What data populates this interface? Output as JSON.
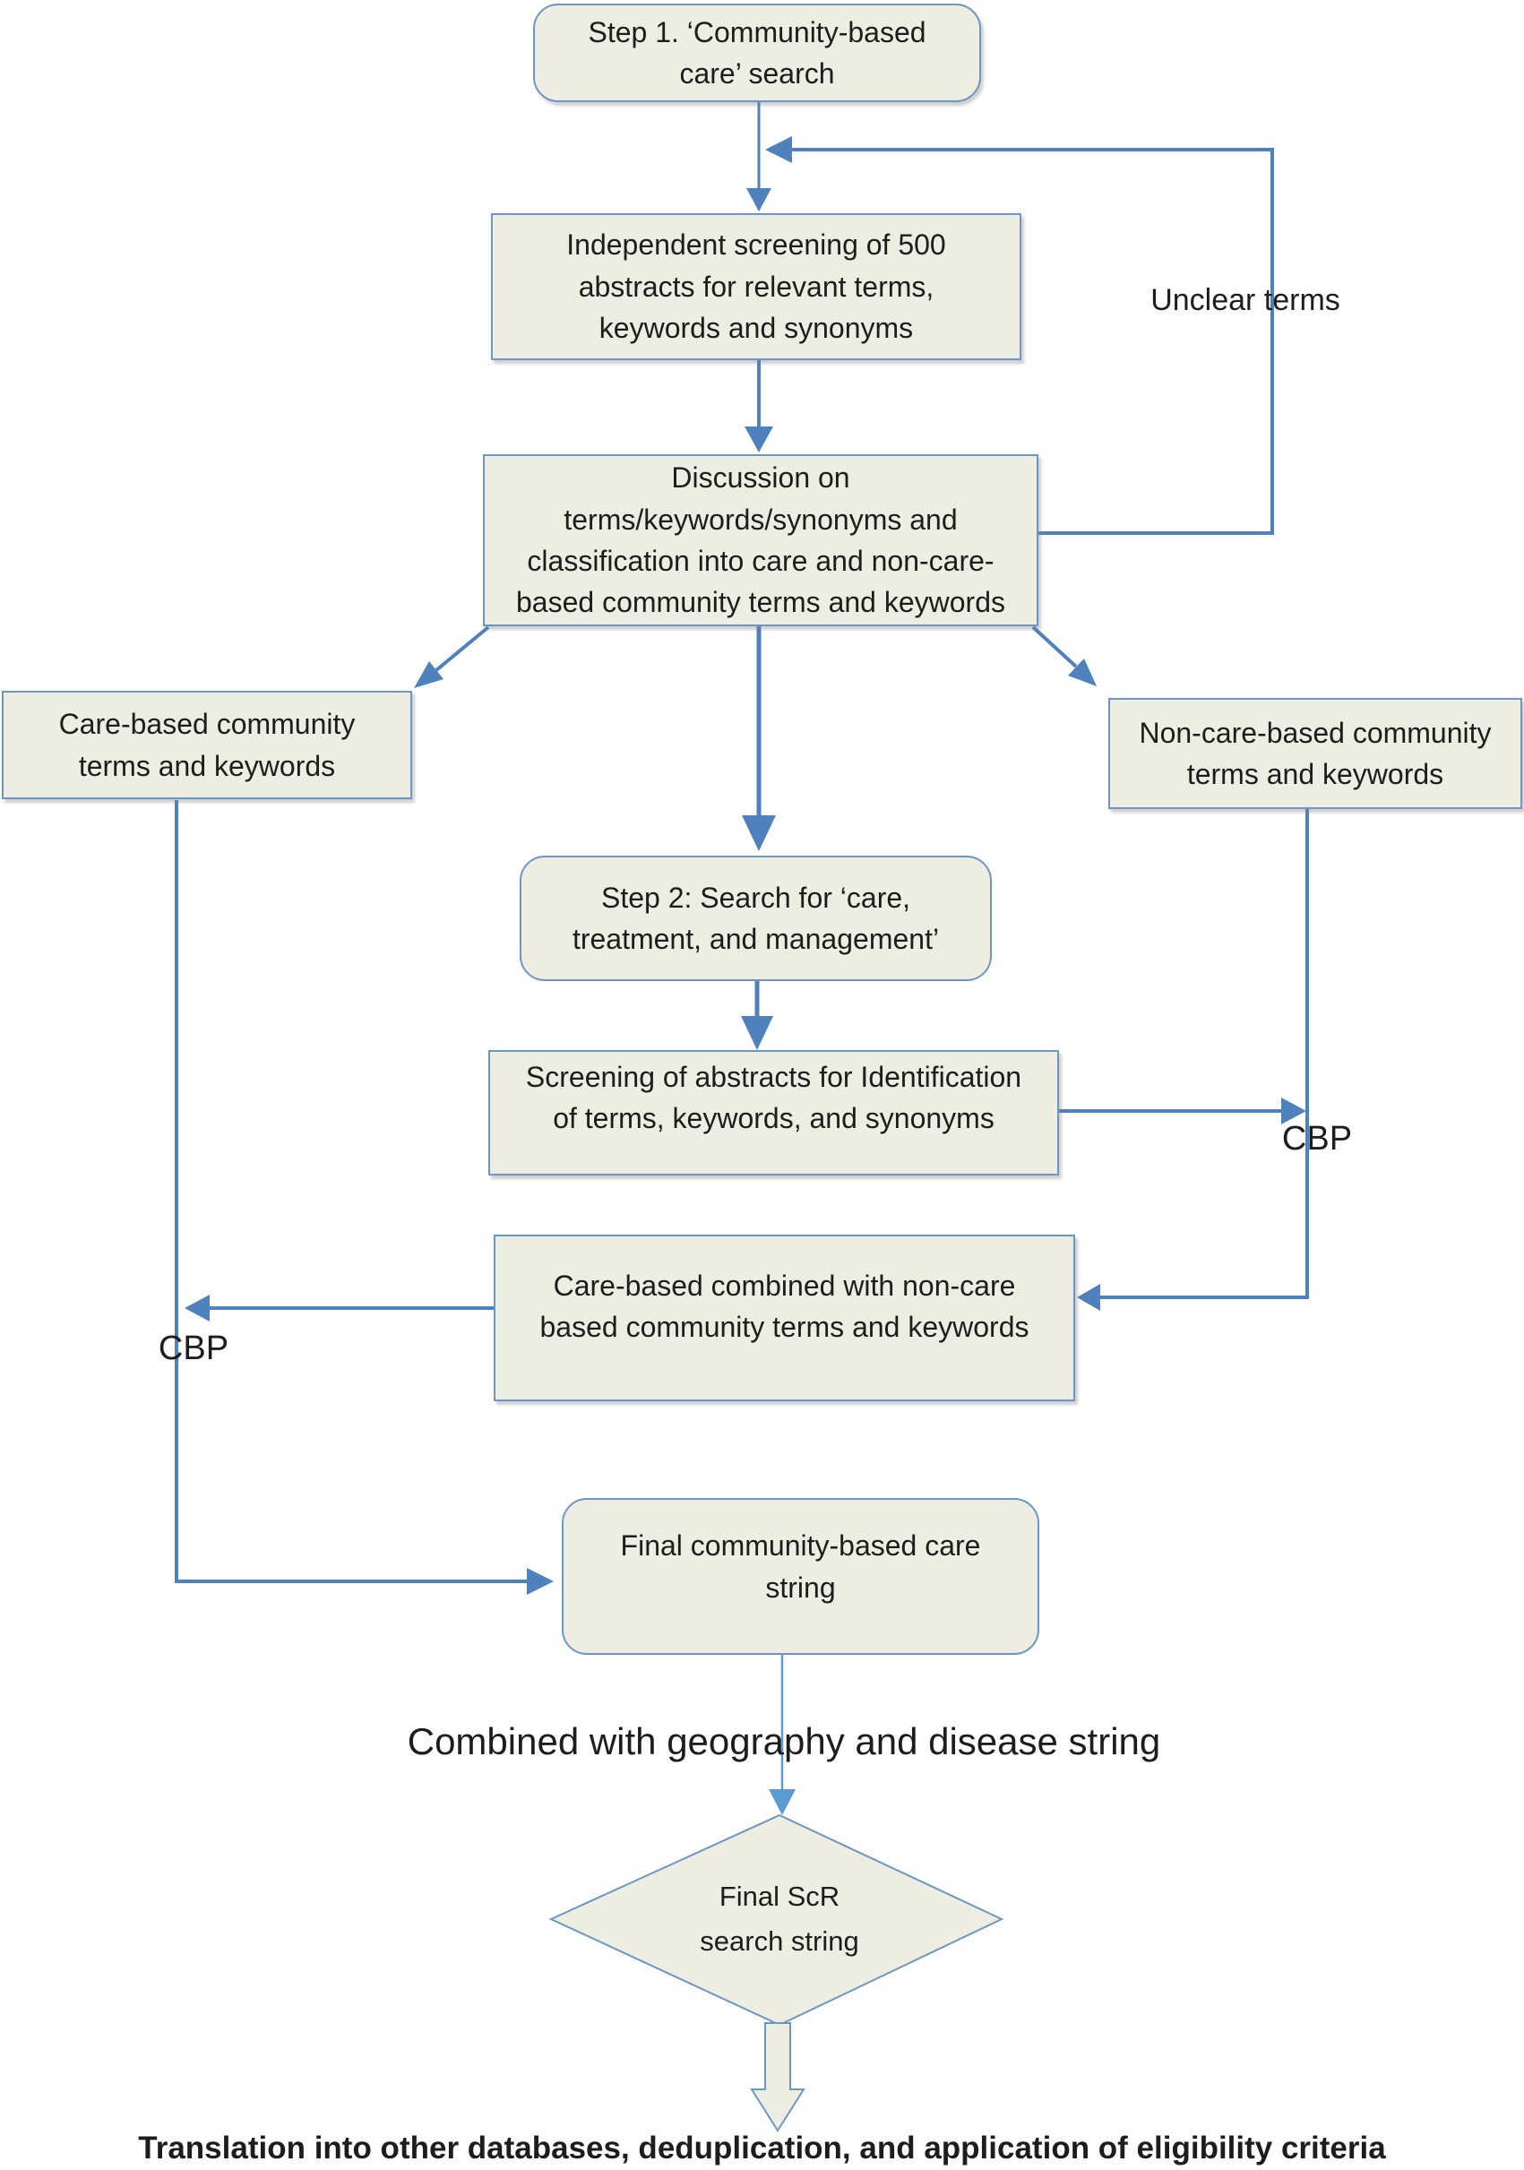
{
  "flowchart": {
    "title": "Community-based care search strategy flow diagram",
    "nodes": {
      "step1": {
        "label": "Step 1. ‘Community-based\ncare’ search"
      },
      "screening500": {
        "label": "Independent screening of 500\nabstracts for relevant terms,\nkeywords and synonyms"
      },
      "discussion": {
        "label": "Discussion on\nterms/keywords/synonyms and\nclassification into care and non-care-\nbased community terms and keywords"
      },
      "care_based": {
        "label": "Care-based community\nterms and keywords"
      },
      "non_care_based": {
        "label": "Non-care-based community\nterms and keywords"
      },
      "step2": {
        "label": "Step 2: Search for ‘care,\ntreatment, and management’"
      },
      "screening_abstracts": {
        "label": "Screening of abstracts for Identification\nof terms, keywords, and synonyms"
      },
      "combined": {
        "label": "Care-based combined with non-care\nbased community terms and keywords"
      },
      "final_string": {
        "label": "Final community-based care\nstring"
      },
      "final_scr": {
        "label": "Final ScR\nsearch string"
      }
    },
    "labels": {
      "unclear_terms": "Unclear terms",
      "cbp_right": "CBP",
      "cbp_left": "CBP",
      "combined_geo": "Combined with geography and disease string",
      "translation": "Translation into other databases, deduplication, and application of eligibility criteria"
    },
    "colors": {
      "node_fill": "#eeede2",
      "node_border": "#6d96c4",
      "arrow": "#4f81bd",
      "arrow_light": "#5b9bd5",
      "text": "#1d1d1b"
    }
  }
}
